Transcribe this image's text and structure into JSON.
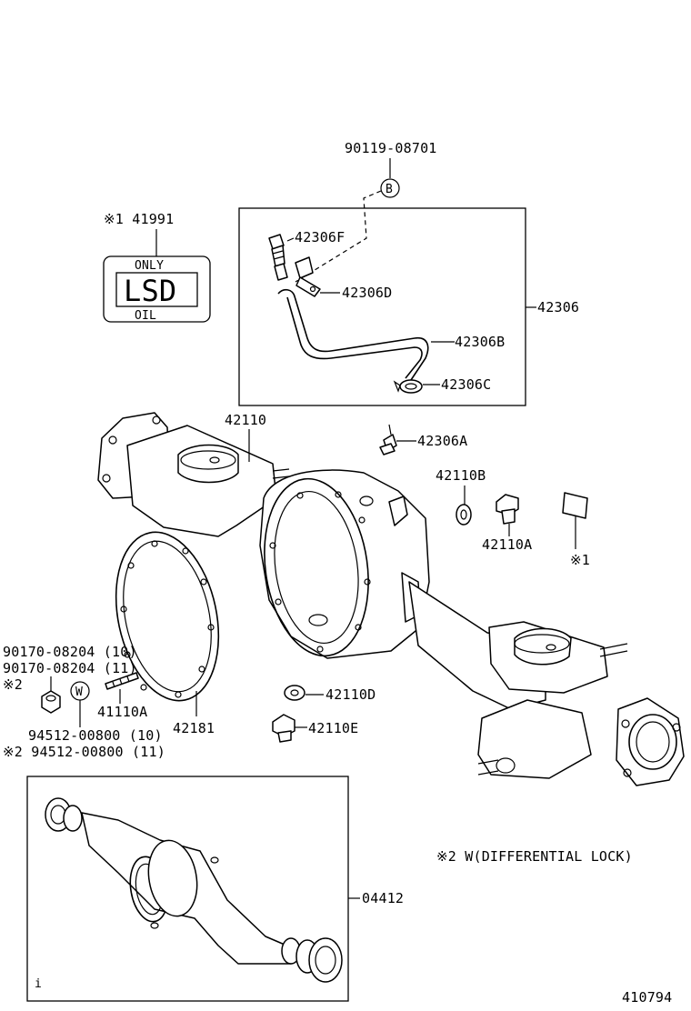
{
  "labels": {
    "p90119": "90119-08701",
    "circleB": "B",
    "p41991": "※1 41991",
    "plate_top": "ONLY",
    "plate_mid": "LSD",
    "plate_bot": "OIL",
    "p42306F": "42306F",
    "p42306D": "42306D",
    "p42306": "42306",
    "p42306B": "42306B",
    "p42306C": "42306C",
    "p42110": "42110",
    "p42306A": "42306A",
    "p42110B": "42110B",
    "p42110A": "42110A",
    "note1": "※1",
    "p90170_10": "90170-08204 (10)",
    "p90170_11": "90170-08204 (11)",
    "note2a": "※2",
    "circleW": "W",
    "p41110A": "41110A",
    "p42181": "42181",
    "p42110D": "42110D",
    "p42110E": "42110E",
    "p94512_10": "94512-00800 (10)",
    "p94512_11": "※2 94512-00800 (11)",
    "diff_note": "※2 W(DIFFERENTIAL LOCK)",
    "p04412": "04412",
    "inset_mark": "i",
    "figure_no": "410794"
  }
}
